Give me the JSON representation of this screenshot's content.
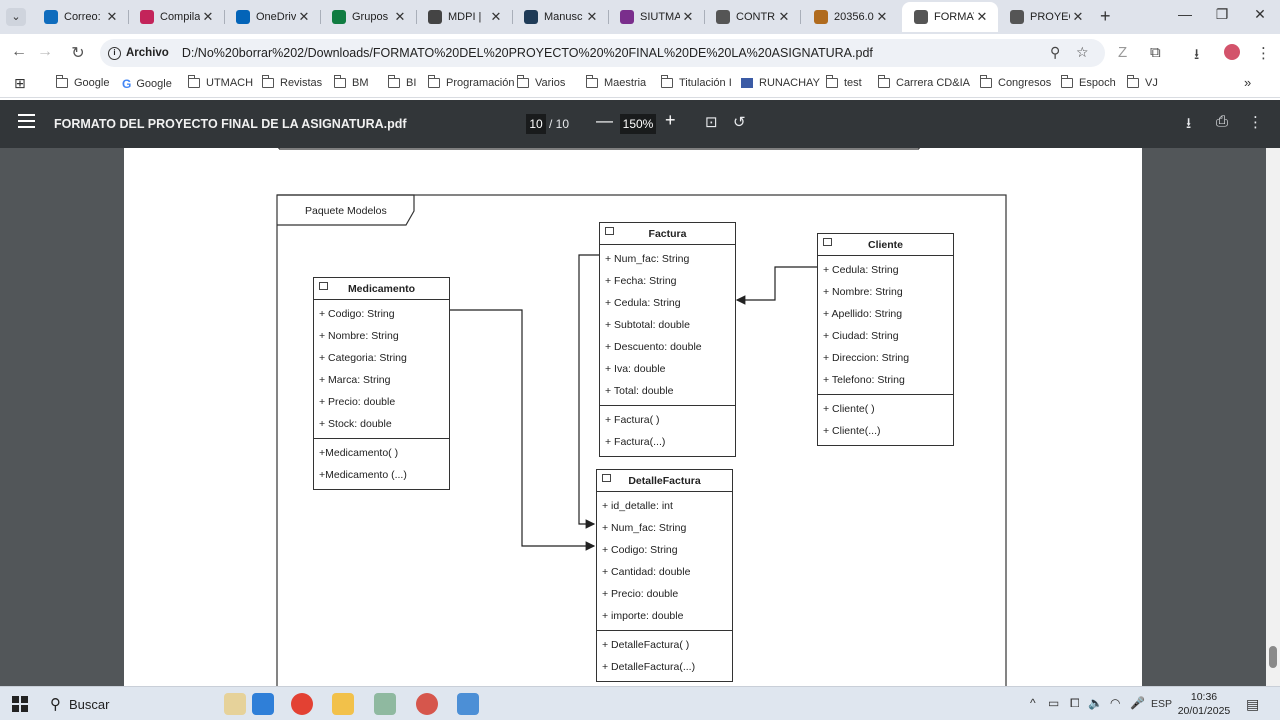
{
  "tabs": [
    {
      "label": "Correo: ",
      "icon": "outlook-icon",
      "color": "#0f6cbd"
    },
    {
      "label": "Compila",
      "icon": "compilatio-icon",
      "color": "#c3245a"
    },
    {
      "label": "OneDriv",
      "icon": "onedrive-icon",
      "color": "#0364b8"
    },
    {
      "label": "Grupos",
      "icon": "excel-icon",
      "color": "#107c41"
    },
    {
      "label": "MDPI | ",
      "icon": "mdpi-icon",
      "color": "#444444"
    },
    {
      "label": "Manusc",
      "icon": "manuscript-icon",
      "color": "#1f3b57"
    },
    {
      "label": "SIUTMA",
      "icon": "siutmach-icon",
      "color": "#7a2e8c"
    },
    {
      "label": "CONTR",
      "icon": "globe-icon",
      "color": "#555555"
    },
    {
      "label": "20356.0",
      "icon": "doc-icon",
      "color": "#b06b1e"
    },
    {
      "label": "FORMAT",
      "icon": "globe-icon",
      "color": "#555555"
    },
    {
      "label": "PROYEC",
      "icon": "globe-icon",
      "color": "#555555"
    }
  ],
  "address": {
    "chip_label": "Archivo",
    "url": "D:/No%20borrar%202/Downloads/FORMATO%20DEL%20PROYECTO%20%20FINAL%20DE%20LA%20ASIGNATURA.pdf"
  },
  "bookmarks": [
    {
      "label": "Google",
      "icon": "folder-icon"
    },
    {
      "label": "Google",
      "icon": "google-icon"
    },
    {
      "label": "UTMACH",
      "icon": "folder-icon"
    },
    {
      "label": "Revistas",
      "icon": "folder-icon"
    },
    {
      "label": "BM",
      "icon": "folder-icon"
    },
    {
      "label": "BI",
      "icon": "folder-icon"
    },
    {
      "label": "Programación",
      "icon": "folder-icon"
    },
    {
      "label": "Varios",
      "icon": "folder-icon"
    },
    {
      "label": "Maestria",
      "icon": "folder-icon"
    },
    {
      "label": "Titulación I",
      "icon": "folder-icon"
    },
    {
      "label": "RUNACHAY",
      "icon": "site-icon"
    },
    {
      "label": "test",
      "icon": "folder-icon"
    },
    {
      "label": "Carrera CD&IA",
      "icon": "folder-icon"
    },
    {
      "label": "Congresos",
      "icon": "folder-icon"
    },
    {
      "label": "Espoch",
      "icon": "folder-icon"
    },
    {
      "label": "VJ",
      "icon": "folder-icon"
    }
  ],
  "pdf": {
    "title": "FORMATO DEL PROYECTO FINAL DE LA ASIGNATURA.pdf",
    "page": "10",
    "page_total": "/ 10",
    "zoom": "150%"
  },
  "diagram": {
    "package_label": "Paquete Modelos",
    "classes": {
      "medicamento": {
        "name": "Medicamento",
        "attributes": [
          "+ Codigo: String",
          "+ Nombre: String",
          "+ Categoria: String",
          "+ Marca: String",
          "+ Precio: double",
          "+ Stock: double"
        ],
        "methods": [
          "+Medicamento( )",
          "+Medicamento (...)"
        ]
      },
      "factura": {
        "name": "Factura",
        "attributes": [
          "+ Num_fac: String",
          "+ Fecha: String",
          "+ Cedula: String",
          "+ Subtotal: double",
          "+ Descuento: double",
          "+ Iva: double",
          "+ Total: double"
        ],
        "methods": [
          "+ Factura( )",
          "+ Factura(...)"
        ]
      },
      "cliente": {
        "name": "Cliente",
        "attributes": [
          "+ Cedula: String",
          "+ Nombre: String",
          "+ Apellido: String",
          "+ Ciudad: String",
          "+ Direccion: String",
          "+ Telefono: String"
        ],
        "methods": [
          "+ Cliente( )",
          "+ Cliente(...)"
        ]
      },
      "detalle": {
        "name": "DetalleFactura",
        "attributes": [
          "+ id_detalle: int",
          "+ Num_fac: String",
          "+ Codigo: String",
          "+ Cantidad: double",
          "+ Precio: double",
          "+ importe: double"
        ],
        "methods": [
          "+ DetalleFactura( )",
          "+ DetalleFactura(...)"
        ]
      }
    }
  },
  "taskbar": {
    "search_label": "Buscar",
    "language": "ESP",
    "time": "10:36",
    "date": "20/01/2025"
  }
}
